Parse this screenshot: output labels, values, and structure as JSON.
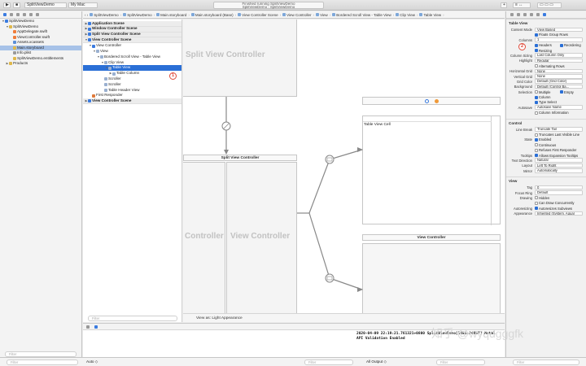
{
  "toolbar": {
    "scheme": "SplitViewDemo",
    "destination": "My Mac",
    "status_line1": "Finished running SplitViewDemo",
    "status_line2": "SplitViewDemo : SplitViewDemo"
  },
  "jumpbar": [
    "SplitViewDemo",
    "SplitViewDemo",
    "Main.storyboard",
    "Main.storyboard (Base)",
    "View Controller Scene",
    "View Controller",
    "View",
    "Bordered Scroll View - Table View",
    "Clip View",
    "Table View"
  ],
  "navigator": {
    "items": [
      {
        "label": "SplitViewDemo",
        "level": 0,
        "tri": "▼",
        "color": "#3a7be0"
      },
      {
        "label": "SplitViewDemo",
        "level": 1,
        "tri": "▼",
        "color": "#e0b84a"
      },
      {
        "label": "AppDelegate.swift",
        "level": 2,
        "tri": "",
        "color": "#f07c3a"
      },
      {
        "label": "ViewController.swift",
        "level": 2,
        "tri": "",
        "color": "#f07c3a"
      },
      {
        "label": "Assets.xcassets",
        "level": 2,
        "tri": "",
        "color": "#5a8fd8"
      },
      {
        "label": "Main.storyboard",
        "level": 2,
        "tri": "",
        "color": "#e0b84a",
        "selected": true
      },
      {
        "label": "Info.plist",
        "level": 2,
        "tri": "",
        "color": "#9a9a9a"
      },
      {
        "label": "SplitViewDemo.entitlements",
        "level": 2,
        "tri": "",
        "color": "#e0b84a"
      },
      {
        "label": "Products",
        "level": 1,
        "tri": "▶",
        "color": "#e0b84a"
      }
    ],
    "filter_placeholder": "Filter"
  },
  "outline": {
    "items": [
      {
        "label": "Application Scene",
        "level": 0,
        "tri": "▶",
        "scene": true,
        "color": "#3a7be0"
      },
      {
        "label": "Window Controller Scene",
        "level": 0,
        "tri": "▶",
        "scene": true,
        "color": "#3a7be0"
      },
      {
        "label": "Split View Controller Scene",
        "level": 0,
        "tri": "▶",
        "scene": true,
        "color": "#3a7be0"
      },
      {
        "label": "View Controller Scene",
        "level": 0,
        "tri": "▼",
        "scene": true,
        "color": "#3a7be0"
      },
      {
        "label": "View Controller",
        "level": 1,
        "tri": "▼",
        "color": "#3a7be0"
      },
      {
        "label": "View",
        "level": 2,
        "tri": "▼",
        "color": "#9ab0d0"
      },
      {
        "label": "Bordered Scroll View - Table View",
        "level": 3,
        "tri": "▼",
        "color": "#9ab0d0"
      },
      {
        "label": "Clip View",
        "level": 4,
        "tri": "▼",
        "color": "#9ab0d0"
      },
      {
        "label": "Table View",
        "level": 5,
        "tri": "▼",
        "color": "#9ab0d0",
        "selected": true
      },
      {
        "label": "Table Column",
        "level": 6,
        "tri": "▶",
        "color": "#9ab0d0"
      },
      {
        "label": "Scroller",
        "level": 4,
        "tri": "",
        "color": "#9ab0d0"
      },
      {
        "label": "Scroller",
        "level": 4,
        "tri": "",
        "color": "#9ab0d0"
      },
      {
        "label": "Table Header View",
        "level": 4,
        "tri": "",
        "color": "#9ab0d0"
      },
      {
        "label": "First Responder",
        "level": 1,
        "tri": "",
        "color": "#e07a3a"
      },
      {
        "label": "View Controller Scene",
        "level": 0,
        "tri": "▶",
        "scene": true,
        "color": "#3a7be0"
      }
    ],
    "filter_placeholder": "Filter"
  },
  "canvas": {
    "split_title_big": "Split View Controller",
    "split_scene_title": "Split View Controller",
    "left_pane_text": "Controller",
    "right_pane_text": "View Controller",
    "table_cell": "Table View Cell",
    "view_controller_title": "View Controller",
    "view_as": "View as: Light Appearance"
  },
  "badges": {
    "one": "1",
    "two": "2"
  },
  "inspector": {
    "table_view": {
      "header": "Table View",
      "rows": [
        {
          "kind": "value",
          "label": "Content Mode",
          "value": "View Based"
        },
        {
          "kind": "check",
          "label": "",
          "text": "Floats Group Rows",
          "on": true
        },
        {
          "kind": "value",
          "label": "Columns",
          "value": "1"
        },
        {
          "kind": "check2",
          "label": "",
          "text": "Headers",
          "on": true,
          "text2": "Reordering",
          "on2": true
        },
        {
          "kind": "check",
          "label": "",
          "text": "Resizing",
          "on": true
        },
        {
          "kind": "value",
          "label": "Column Sizing",
          "value": "Last Column Only"
        },
        {
          "kind": "value",
          "label": "Highlight",
          "value": "Regular"
        },
        {
          "kind": "check",
          "label": "",
          "text": "Alternating Rows",
          "on": false
        },
        {
          "kind": "value",
          "label": "Horizontal Grid",
          "value": "None"
        },
        {
          "kind": "value",
          "label": "Vertical Grid",
          "value": "None"
        },
        {
          "kind": "value",
          "label": "Grid Color",
          "value": "Default (Grid Color)"
        },
        {
          "kind": "value",
          "label": "Background",
          "value": "Default (Control Ba..."
        },
        {
          "kind": "check2",
          "label": "Selection",
          "text": "Multiple",
          "on": false,
          "text2": "Empty",
          "on2": true
        },
        {
          "kind": "check",
          "label": "",
          "text": "Column",
          "on": true
        },
        {
          "kind": "check",
          "label": "",
          "text": "Type Select",
          "on": true
        },
        {
          "kind": "value",
          "label": "Autosave",
          "value": "Autosave Name"
        },
        {
          "kind": "check",
          "label": "",
          "text": "Column Information",
          "on": false
        }
      ]
    },
    "control": {
      "header": "Control",
      "rows": [
        {
          "kind": "value",
          "label": "Line Break",
          "value": "Truncate Tail"
        },
        {
          "kind": "check",
          "label": "",
          "text": "Truncates Last Visible Line",
          "on": false
        },
        {
          "kind": "check",
          "label": "State",
          "text": "Enabled",
          "on": true
        },
        {
          "kind": "check",
          "label": "",
          "text": "Continuous",
          "on": false
        },
        {
          "kind": "check",
          "label": "",
          "text": "Refuses First Responder",
          "on": false
        },
        {
          "kind": "check",
          "label": "Tooltips",
          "text": "Allows Expansion Tooltips",
          "on": true
        },
        {
          "kind": "value",
          "label": "Text Direction",
          "value": "Natural"
        },
        {
          "kind": "value",
          "label": "Layout",
          "value": "Left To Right"
        },
        {
          "kind": "value",
          "label": "Mirror",
          "value": "Automatically"
        }
      ]
    },
    "view": {
      "header": "View",
      "rows": [
        {
          "kind": "value",
          "label": "Tag",
          "value": "0"
        },
        {
          "kind": "value",
          "label": "Focus Ring",
          "value": "Default"
        },
        {
          "kind": "check",
          "label": "Drawing",
          "text": "Hidden",
          "on": false
        },
        {
          "kind": "check",
          "label": "",
          "text": "Can Draw Concurrently",
          "on": false
        },
        {
          "kind": "check",
          "label": "Autoresizing",
          "text": "Autoresizes Subviews",
          "on": true
        },
        {
          "kind": "value",
          "label": "Appearance",
          "value": "Inherited (System, Aqua)"
        }
      ]
    },
    "filter_placeholder": "Filter"
  },
  "debug": {
    "console_lines": [
      "2020-04-09 22:19:21.761321+0800 SplitViewDemo[1451:24857] Metal",
      "API Validation Enabled"
    ],
    "auto_label": "Auto",
    "all_output": "All Output",
    "filter_placeholder": "Filter"
  },
  "watermark": "知乎 @wyqdgggfk"
}
